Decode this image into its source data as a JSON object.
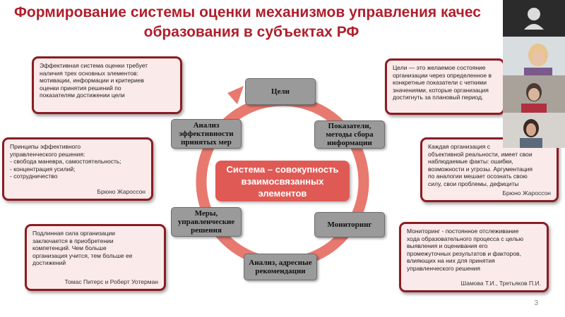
{
  "slide": {
    "title_line1": "Формирование системы оценки механизмов управления качес",
    "title_line2": "образования в субъектах РФ",
    "center_text": "Система – совокупность\nвзаимосвязанных\nэлементов",
    "page_number": "3"
  },
  "cycle_nodes": [
    {
      "id": "goals",
      "label": "Цели"
    },
    {
      "id": "indicators",
      "label": "Показатели,\nметоды сбора\nинформации"
    },
    {
      "id": "monitoring",
      "label": "Мониторинг"
    },
    {
      "id": "analysis",
      "label": "Анализ, адресные\nрекомендации"
    },
    {
      "id": "measures",
      "label": "Меры,\nуправленческие\nрешения"
    },
    {
      "id": "efficiency",
      "label": "Анализ\nэффективности\nпринятых мер"
    }
  ],
  "callouts": {
    "top_left": {
      "text": "Эффективная система оценки требует\nналичия трех основных элементов:\nмотивации, информации и критериев\nоценки принятия решений по\nпоказателям достижении цели",
      "author": ""
    },
    "top_right": {
      "text": "Цели — это желаемое состояние\nорганизации через определенное в\nконкретные показатели с четкими\nзначениями, которые организация\nдостигнуть за плановый период.",
      "author": ""
    },
    "mid_left": {
      "text": "Принципы эффективного\nуправленческого решения:\n- свобода маневра, самостоятельность;\n- концентрация усилий;\n- сотрудничество",
      "author": "Брюно Жароссон"
    },
    "mid_right": {
      "text": "Каждая организация с\nобъективной реальности, имеет свои\nнаблюдаемые факты: ошибки,\nвозможности и угрозы. Аргументация\nпо аналогии мешает осознать свою\nсилу, свои проблемы, дефициты",
      "author": "Брюно Жароссон"
    },
    "bottom_left": {
      "text": "Подлинная сила организации\nзаключается в приобретении\nкомпетенций. Чем больше\nорганизация учится, тем больше ее\nдостижений",
      "author": "Томас Питерс и Роберт Уотерман"
    },
    "bottom_right": {
      "text": "Мониторинг - постоянное отслеживание\nхода образовательного процесса с целью\nвыявления и оценивания его\nпромежуточных результатов и факторов,\nвлияющих на них для принятия\nуправленческого решения",
      "author": "Шамова Т.И., Третьяков П.И."
    }
  },
  "colors": {
    "accent": "#b01e2b",
    "ring": "#e8796f",
    "center": "#e05a55",
    "node": "#9a9a9a"
  }
}
